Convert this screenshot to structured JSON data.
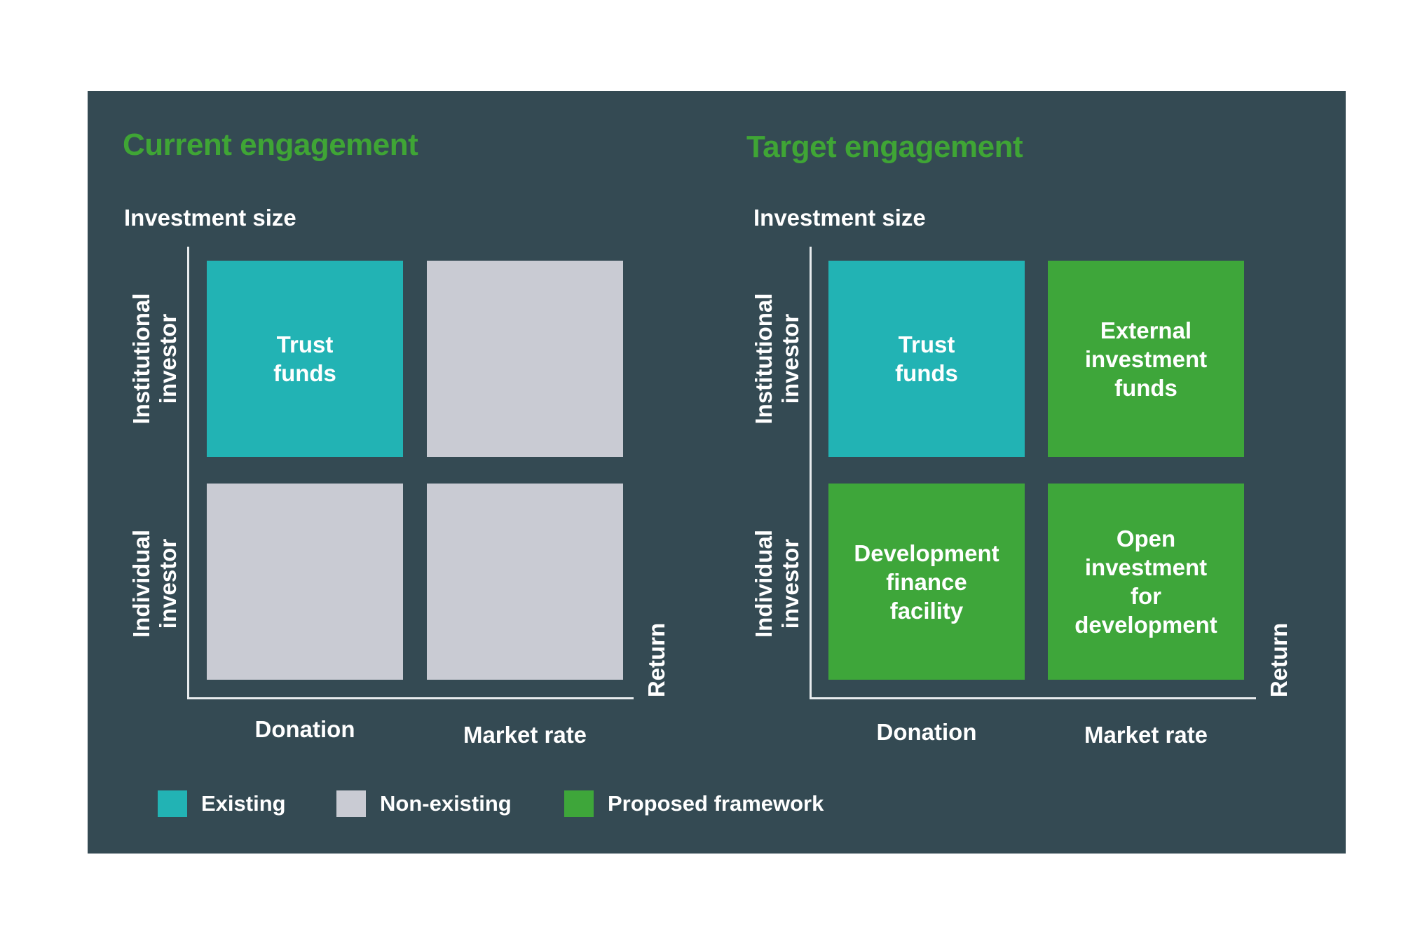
{
  "panels": [
    {
      "title": "Current engagement",
      "y_axis_label": "Investment size",
      "x_axis_label": "Return",
      "rows": [
        "Institutional\ninvestor",
        "Individual\ninvestor"
      ],
      "columns": [
        "Donation",
        "Market rate"
      ],
      "cells": [
        {
          "label": "Trust\nfunds",
          "status": "existing"
        },
        {
          "label": "",
          "status": "non-existing"
        },
        {
          "label": "",
          "status": "non-existing"
        },
        {
          "label": "",
          "status": "non-existing"
        }
      ]
    },
    {
      "title": "Target engagement",
      "y_axis_label": "Investment size",
      "x_axis_label": "Return",
      "rows": [
        "Institutional\ninvestor",
        "Individual\ninvestor"
      ],
      "columns": [
        "Donation",
        "Market rate"
      ],
      "cells": [
        {
          "label": "Trust\nfunds",
          "status": "existing"
        },
        {
          "label": "External\ninvestment\nfunds",
          "status": "proposed"
        },
        {
          "label": "Development\nfinance\nfacility",
          "status": "proposed"
        },
        {
          "label": "Open\ninvestment\nfor\ndevelopment",
          "status": "proposed"
        }
      ]
    }
  ],
  "legend": [
    {
      "label": "Existing",
      "color": "#22b3b4"
    },
    {
      "label": "Non-existing",
      "color": "#c9cbd3"
    },
    {
      "label": "Proposed framework",
      "color": "#3ea63a"
    }
  ],
  "colors": {
    "background": "#344a53",
    "title": "#3fa535",
    "existing": "#22b3b4",
    "non_existing": "#c9cbd3",
    "proposed": "#3ea63a"
  }
}
